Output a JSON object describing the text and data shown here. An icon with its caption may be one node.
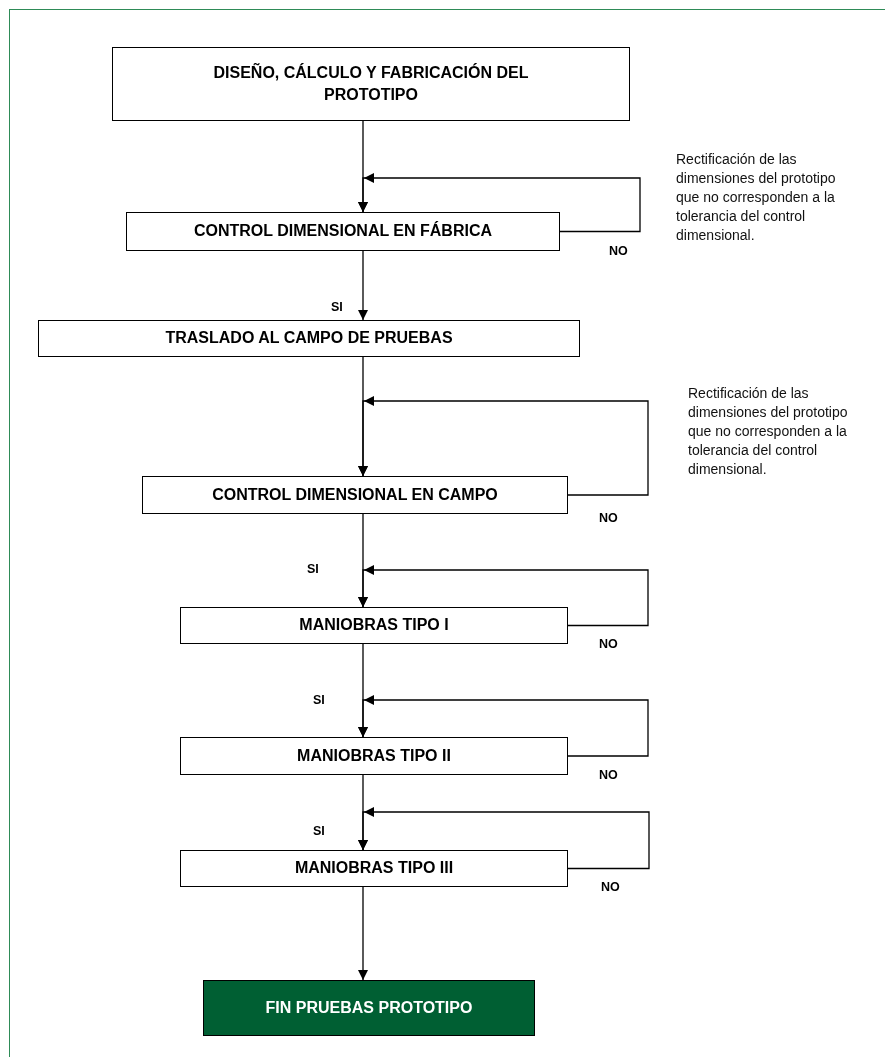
{
  "diagram": {
    "nodes": [
      {
        "text": [
          "DISEÑO, CÁLCULO Y FABRICACIÓN DEL PROTOTIPO"
        ]
      },
      {
        "text": [
          "CONTROL DIMENSIONAL EN FÁBRICA"
        ]
      },
      {
        "text": [
          "TRASLADO AL CAMPO DE PRUEBAS"
        ]
      },
      {
        "text": [
          "CONTROL DIMENSIONAL EN CAMPO"
        ]
      },
      {
        "text": [
          "MANIOBRAS TIPO I"
        ]
      },
      {
        "text": [
          "MANIOBRAS TIPO II"
        ]
      },
      {
        "text": [
          "MANIOBRAS TIPO III"
        ]
      },
      {
        "text": [
          "FIN PRUEBAS PROTOTIPO"
        ]
      }
    ],
    "edges": [
      {
        "from": 0,
        "to": 1,
        "arrow": "to"
      },
      {
        "from": 1,
        "to": 1,
        "arrow": "to",
        "label": "NO"
      },
      {
        "from": 1,
        "to": 2,
        "arrow": "to",
        "label": "SI"
      },
      {
        "from": 2,
        "to": 3,
        "arrow": "to"
      },
      {
        "from": 3,
        "to": 3,
        "arrow": "to",
        "label": "NO"
      },
      {
        "from": 3,
        "to": 4,
        "arrow": "to",
        "label": "SI"
      },
      {
        "from": 4,
        "to": 4,
        "arrow": "to",
        "label": "NO"
      },
      {
        "from": 4,
        "to": 5,
        "arrow": "to",
        "label": "SI"
      },
      {
        "from": 5,
        "to": 5,
        "arrow": "to",
        "label": "NO"
      },
      {
        "from": 5,
        "to": 6,
        "arrow": "to",
        "label": "SI"
      },
      {
        "from": 6,
        "to": 6,
        "arrow": "to",
        "label": "NO"
      },
      {
        "from": 6,
        "to": 7,
        "arrow": "to"
      }
    ],
    "labels": [
      "Rectificación de las dimensiones del prototipo que no corresponden a la tolerancia del control dimensional.",
      "Rectificación de las dimensiones del prototipo que no corresponden a la tolerancia del control dimensional."
    ]
  }
}
